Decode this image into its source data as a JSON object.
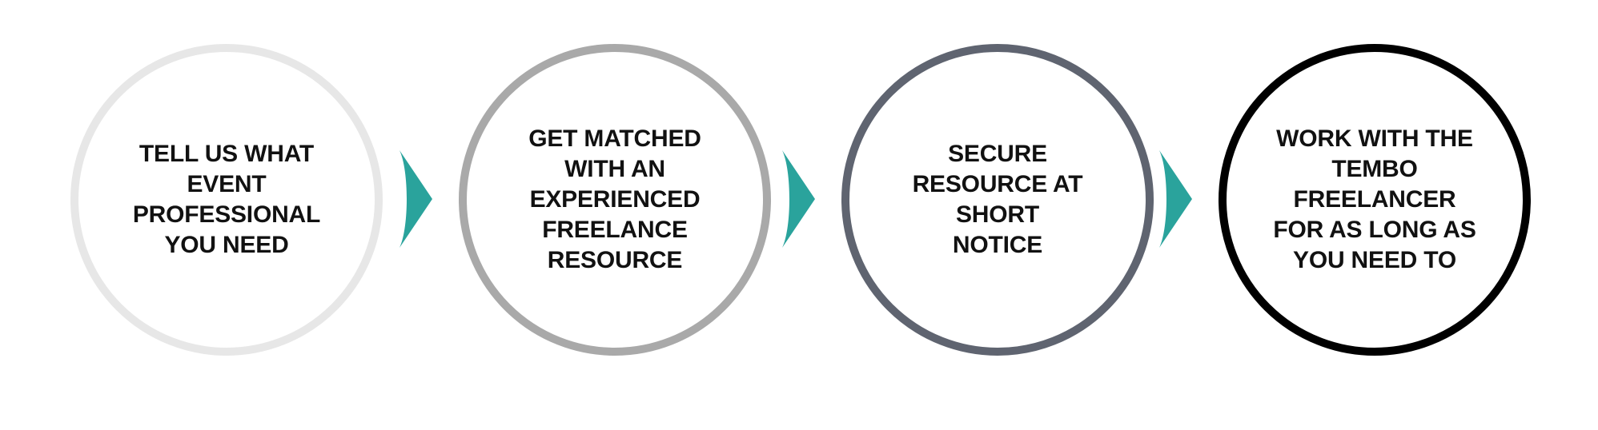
{
  "diagram": {
    "type": "process-flow",
    "title": "",
    "background_color": "#ffffff",
    "accent_color": "#2aa39c",
    "text_color": "#111111",
    "step_count": 4,
    "arrow_count": 3,
    "steps": [
      {
        "index": 1,
        "text": "TELL US WHAT\nEVENT\nPROFESSIONAL\nYOU NEED",
        "border_color": "#e7e7e7",
        "fill_color": "#ffffff"
      },
      {
        "index": 2,
        "text": "GET MATCHED\nWITH AN\nEXPERIENCED\nFREELANCE\nRESOURCE",
        "border_color": "#a9a9a9",
        "fill_color": "#ffffff"
      },
      {
        "index": 3,
        "text": "SECURE\nRESOURCE AT\nSHORT\nNOTICE",
        "border_color": "#5f6470",
        "fill_color": "#ffffff"
      },
      {
        "index": 4,
        "text": "WORK WITH THE\nTEMBO FREELANCER\nFOR AS LONG AS\nYOU NEED TO",
        "border_color": "#000000",
        "fill_color": "#ffffff"
      }
    ],
    "arrows": [
      {
        "index": 1,
        "icon": "chevron-right-icon",
        "color": "#2aa39c",
        "from_step": 1,
        "to_step": 2
      },
      {
        "index": 2,
        "icon": "chevron-right-icon",
        "color": "#2aa39c",
        "from_step": 2,
        "to_step": 3
      },
      {
        "index": 3,
        "icon": "chevron-right-icon",
        "color": "#2aa39c",
        "from_step": 3,
        "to_step": 4
      }
    ]
  }
}
